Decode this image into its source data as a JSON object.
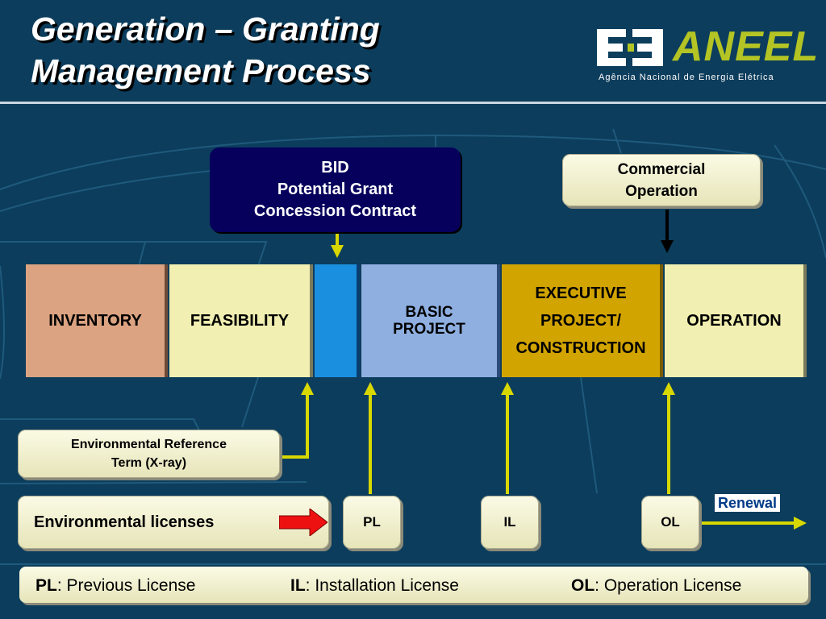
{
  "slide": {
    "title_line1": "Generation – Granting",
    "title_line2": "Management Process"
  },
  "logo": {
    "name": "ANEEL",
    "subtitle": "Agência Nacional de Energia Elétrica"
  },
  "top_boxes": {
    "bid": [
      "BID",
      "Potential Grant",
      "Concession Contract"
    ],
    "commercial": [
      "Commercial",
      "Operation"
    ]
  },
  "stages": {
    "inventory": "INVENTORY",
    "feasibility": "FEASIBILITY",
    "basic": [
      "BASIC",
      "PROJECT"
    ],
    "executive": [
      "EXECUTIVE",
      "PROJECT/",
      "CONSTRUCTION"
    ],
    "operation": "OPERATION"
  },
  "licensing": {
    "env_reference": [
      "Environmental Reference",
      "Term (X-ray)"
    ],
    "env_licenses": "Environmental licenses",
    "pl": "PL",
    "il": "IL",
    "ol": "OL",
    "renewal": "Renewal"
  },
  "legend": {
    "pl_abbr": "PL",
    "pl_text": ": Previous License",
    "il_abbr": "IL",
    "il_text": ": Installation License",
    "ol_abbr": "OL",
    "ol_text": ": Operation License"
  },
  "colors": {
    "background": "#0c3d5c",
    "bid_box": "#06005c",
    "inventory": "#dba381",
    "feasibility": "#f1efb1",
    "gap": "#1a8fe0",
    "basic_project": "#8eafe0",
    "executive": "#d2a400",
    "operation": "#f1efb1",
    "connector": "#d8d800",
    "license_arrow": "#ee1111",
    "logo_green": "#b3c424"
  }
}
